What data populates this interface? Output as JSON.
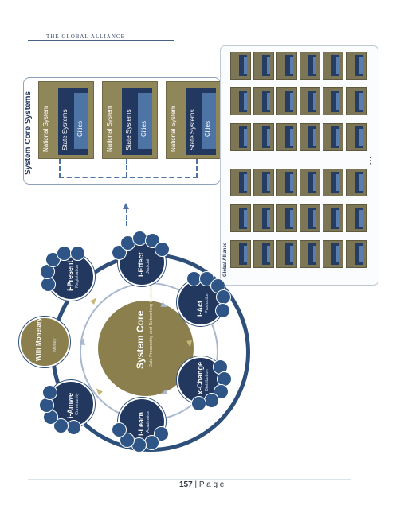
{
  "header": {
    "running_title": "THE GLOBAL ALLIANCE"
  },
  "core_systems": {
    "title": "System Core Systems",
    "tiles": [
      {
        "national": "National System",
        "state": "State Systems",
        "cities": "Cities"
      },
      {
        "national": "National System",
        "state": "State Systems",
        "cities": "Cities"
      },
      {
        "national": "National System",
        "state": "State Systems",
        "cities": "Cities"
      }
    ]
  },
  "alliance_grid": {
    "label": "Global Alliance",
    "columns": 6,
    "rows": 6,
    "ellipsis": "…"
  },
  "cycle": {
    "center": {
      "title": "System Core",
      "subtitle": "Data Processing and Networking Systems"
    },
    "nodes": [
      {
        "title": "i-Present",
        "subtitle": "Registration"
      },
      {
        "title": "i-Effect",
        "subtitle": "Judicial"
      },
      {
        "title": "i-Act",
        "subtitle": "Production"
      },
      {
        "title": "x-Change",
        "subtitle": "Distribution"
      },
      {
        "title": "i-Learn",
        "subtitle": "Academics"
      },
      {
        "title": "i-Amwe",
        "subtitle": "Community"
      },
      {
        "title": "Willt Monetary System",
        "subtitle": "Money"
      }
    ]
  },
  "footer": {
    "page_number": "157",
    "page_label": "P a g e"
  },
  "colors": {
    "navy": "#22385f",
    "gold": "#8a7f4d",
    "blue": "#4e74a6"
  }
}
